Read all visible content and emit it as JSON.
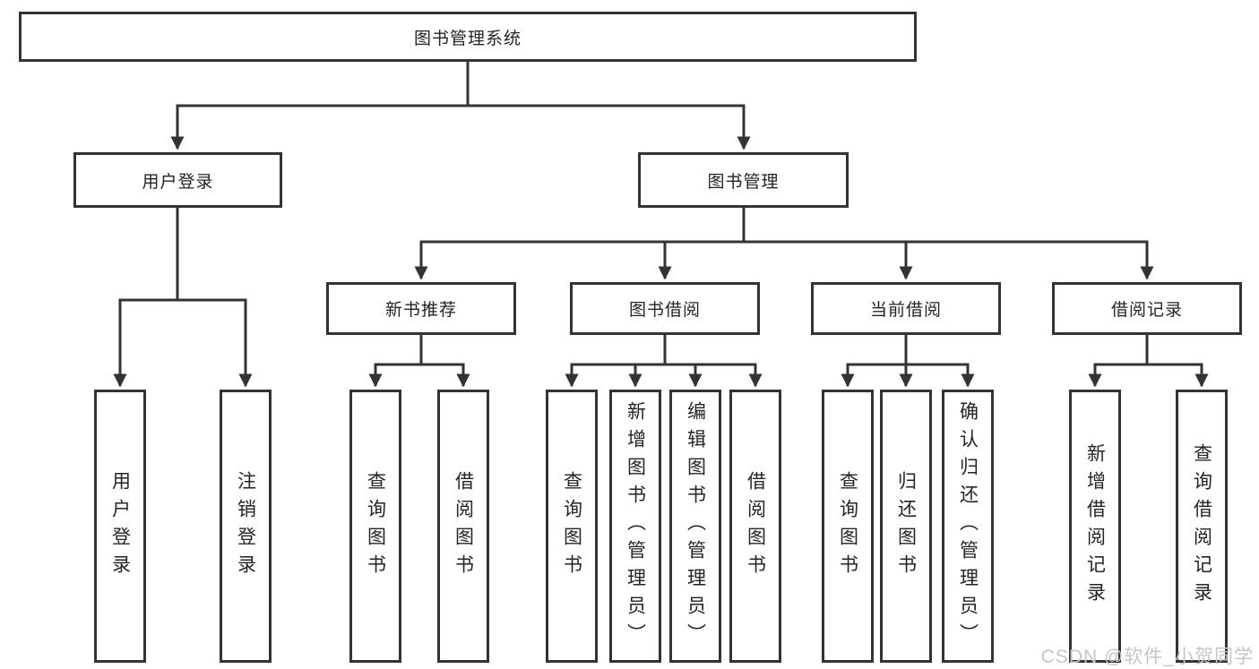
{
  "tree": {
    "root": "图书管理系统",
    "branches": [
      {
        "label": "用户登录",
        "leaves": [
          "用户登录",
          "注销登录"
        ]
      },
      {
        "label": "图书管理",
        "groups": [
          {
            "label": "新书推荐",
            "leaves": [
              "查询图书",
              "借阅图书"
            ]
          },
          {
            "label": "图书借阅",
            "leaves": [
              "查询图书",
              "新增图书（管理员）",
              "编辑图书（管理员）",
              "借阅图书"
            ]
          },
          {
            "label": "当前借阅",
            "leaves": [
              "查询图书",
              "归还图书",
              "确认归还（管理员）"
            ]
          },
          {
            "label": "借阅记录",
            "leaves": [
              "新增借阅记录",
              "查询借阅记录"
            ]
          }
        ]
      }
    ]
  },
  "watermark": "CSDN @软件_小贺同学",
  "colors": {
    "line": "#333333",
    "text": "#242424",
    "watermark": "#c3c6ca",
    "background": "#ffffff"
  }
}
